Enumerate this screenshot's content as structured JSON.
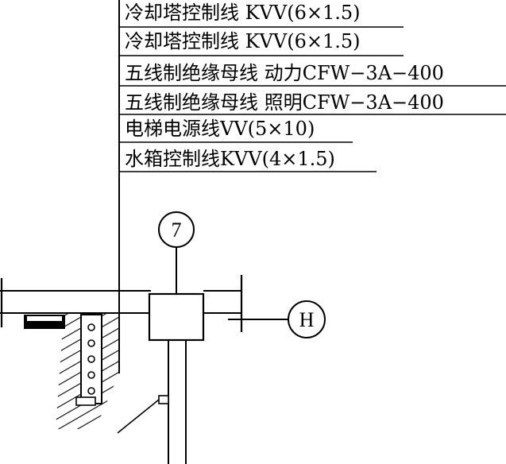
{
  "cable_labels": [
    "冷却塔控制线 KVV(6×1.5)",
    "冷却塔控制线 KVV(6×1.5)",
    "五线制绝缘母线 动力CFW−3A−400",
    "五线制绝缘母线 照明CFW−3A−400",
    "电梯电源线VV(5×10)",
    "水箱控制线KVV(4×1.5)"
  ],
  "markers": {
    "top_circle": "7",
    "right_circle": "H"
  }
}
